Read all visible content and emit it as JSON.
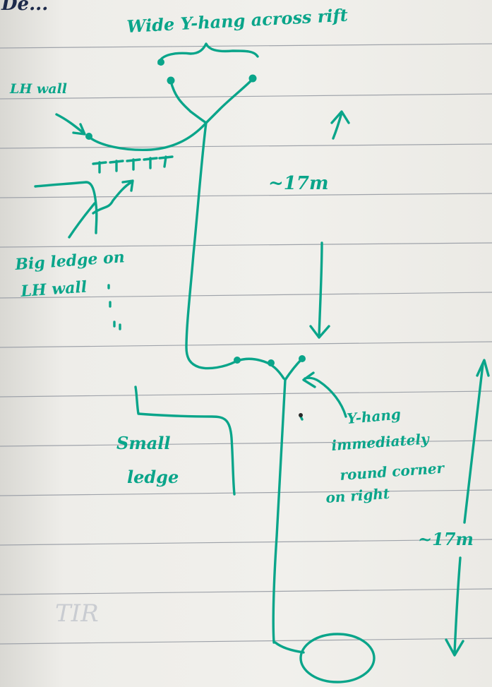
{
  "notes": {
    "page_heading": "De...",
    "top_label": "Wide Y-hang across rift",
    "lh_wall_label": "LH wall",
    "big_ledge_label_line1": "Big ledge on",
    "big_ledge_label_line2": "LH wall",
    "upper_distance": "~17m",
    "lower_distance": "~17m",
    "small_ledge_line1": "Small",
    "small_ledge_line2": "ledge",
    "y_hang_line1": "Y-hang",
    "y_hang_line2": "immediately",
    "y_hang_line3": "round corner",
    "y_hang_line4": "on right",
    "faint_bleed_text": "TIR"
  },
  "colors": {
    "ink": "#0aa58a",
    "paper": "#f1f0ec",
    "rule": "#9fa3aa"
  }
}
